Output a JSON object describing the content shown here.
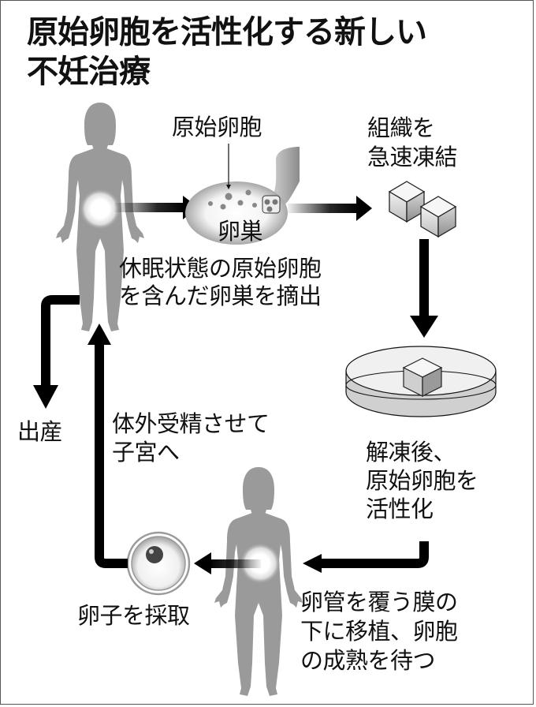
{
  "title": {
    "line1": "原始卵胞を活性化する新しい",
    "line2": "不妊治療"
  },
  "labels": {
    "primordial_follicle": "原始卵胞",
    "ovary": "卵巣",
    "removal_line1": "休眠状態の原始卵胞",
    "removal_line2": "を含んだ卵巣を摘出",
    "freeze_line1": "組織を",
    "freeze_line2": "急速凍結",
    "activate_line1": "解凍後、",
    "activate_line2": "原始卵胞を",
    "activate_line3": "活性化",
    "transplant_line1": "卵管を覆う膜の",
    "transplant_line2": "下に移植、卵胞",
    "transplant_line3": "の成熟を待つ",
    "egg_collect": "卵子を採取",
    "ivf_line1": "体外受精させて",
    "ivf_line2": "子宮へ",
    "birth": "出産"
  },
  "colors": {
    "silhouette": "#9a9a9a",
    "arrow": "#000000",
    "border": "#555555"
  },
  "icons": {
    "woman_top": "woman-silhouette-icon",
    "woman_bottom": "woman-silhouette-icon",
    "ovary": "ovary-icon",
    "tissue_cubes": "frozen-tissue-cubes-icon",
    "petri_dish": "petri-dish-icon",
    "egg": "egg-cell-icon"
  }
}
